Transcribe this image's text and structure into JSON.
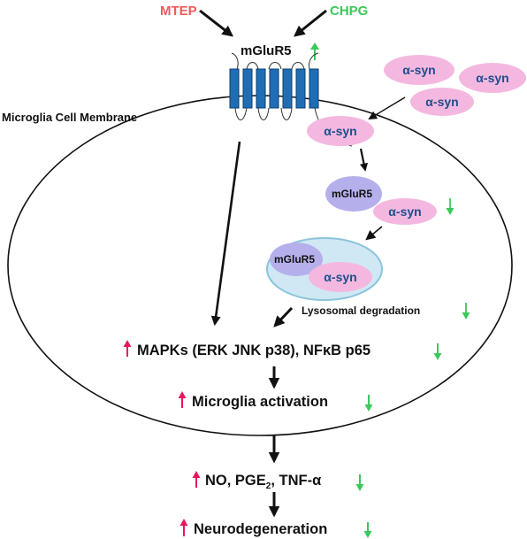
{
  "ligands": {
    "antagonist": {
      "label": "MTEP",
      "color": "#f0595a"
    },
    "agonist": {
      "label": "CHPG",
      "color": "#3cc85a"
    }
  },
  "receptor": {
    "label": "mGluR5",
    "color": "#1f6eb5"
  },
  "membrane": {
    "label": "Microglia Cell Membrane"
  },
  "alpha_syn": {
    "label": "α-syn",
    "fill": "#f4b8e0",
    "text_color": "#1f4e8c"
  },
  "complex": {
    "mglur5_label": "mGluR5",
    "syn_label": "α-syn",
    "mglur5_fill": "#b5b0ec"
  },
  "lysosome": {
    "fill": "#cfe8f4",
    "stroke": "#8cc4dc",
    "label": "Lysosomal degradation"
  },
  "pathway": {
    "signaling_label": "MAPKs (ERK JNK p38), NFκB p65",
    "activation_label": "Microglia activation",
    "mediators_prefix": "NO, PGE",
    "mediators_sub": "2",
    "mediators_suffix": ", TNF-α",
    "outcome_label": "Neurodegeneration"
  },
  "colors": {
    "up_arrow": "#e8175d",
    "down_arrow": "#3cc85a",
    "arrow": "#111111"
  }
}
